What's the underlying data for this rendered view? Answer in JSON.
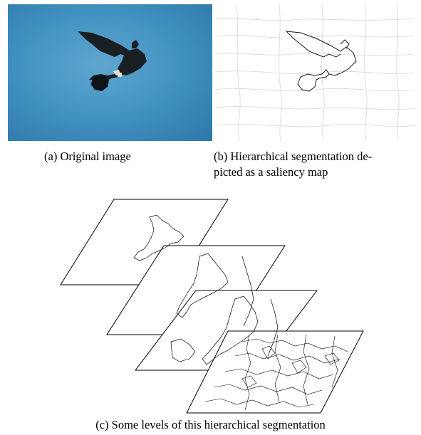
{
  "figure": {
    "panel_a": {
      "caption": "(a) Original image",
      "sky_color": "#3f8fbf",
      "subject": "eagle-silhouette"
    },
    "panel_b": {
      "caption_line1": "(b) Hierarchical segmentation de-",
      "caption_line2": "picted as a saliency map"
    },
    "panel_c": {
      "caption": "(c) Some levels of this hierarchical segmentation",
      "levels": 4
    }
  }
}
